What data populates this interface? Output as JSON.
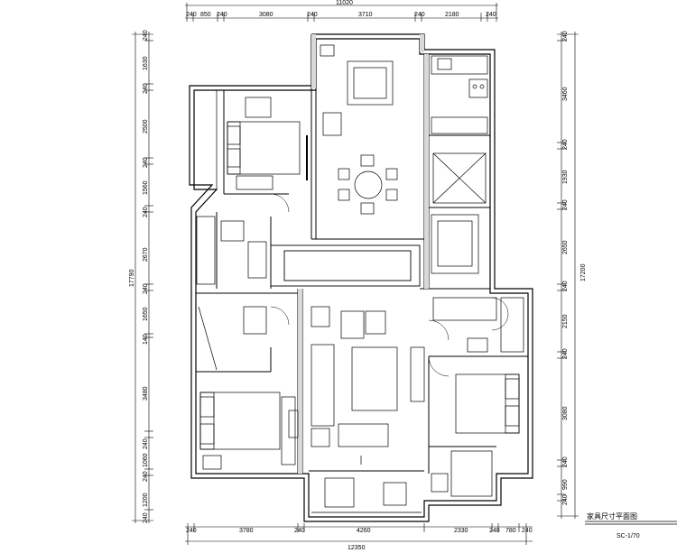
{
  "drawing": {
    "title": "家具尺寸平面图",
    "scale": "SC-1/70"
  },
  "dims": {
    "top_total": "11020",
    "top": [
      "240",
      "850",
      "240",
      "3080",
      "240",
      "3710",
      "240",
      "2180",
      "240"
    ],
    "bottom_total": "12350",
    "bottom": [
      "240",
      "3780",
      "240",
      "4260",
      "2330",
      "240",
      "780",
      "240"
    ],
    "left_total": "17790",
    "left": [
      "240",
      "1630",
      "240",
      "2500",
      "240",
      "1560",
      "240",
      "2670",
      "240",
      "1650",
      "140",
      "3480",
      "240",
      "1060",
      "240",
      "1200",
      "240"
    ],
    "right_total": "17200",
    "right": [
      "240",
      "3460",
      "240",
      "1930",
      "240",
      "2650",
      "240",
      "2150",
      "240",
      "3080",
      "240",
      "990",
      "240"
    ]
  }
}
